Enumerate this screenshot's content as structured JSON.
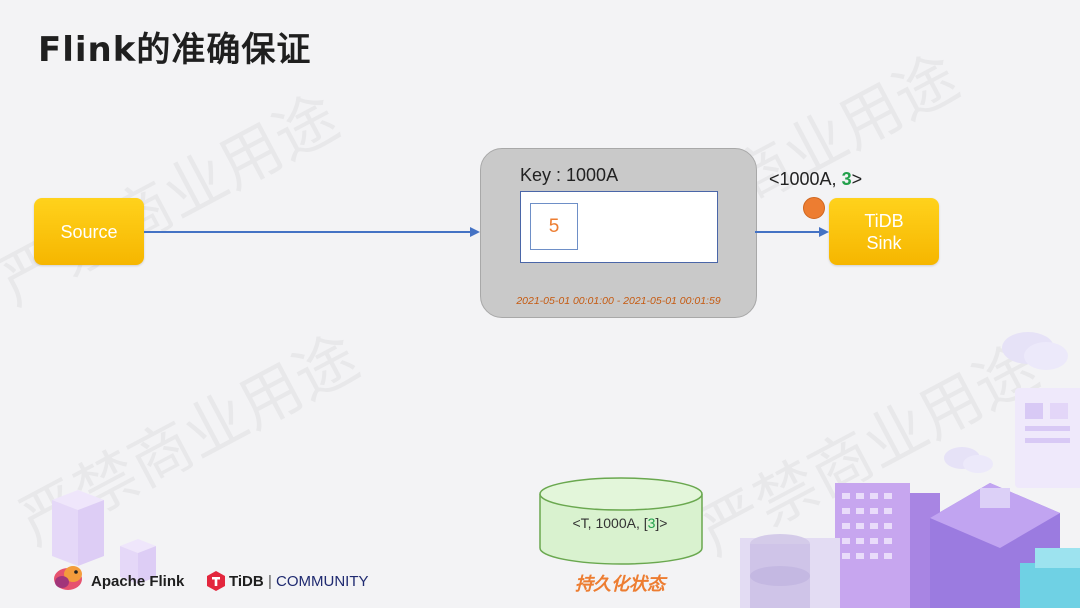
{
  "title": "Flink的准确保证",
  "watermark": "严禁商业用途",
  "source": {
    "label": "Source"
  },
  "sink": {
    "line1": "TiDB",
    "line2": "Sink"
  },
  "window": {
    "key_label": "Key : 1000A",
    "count": "5",
    "time_range": "2021-05-01 00:01:00 - 2021-05-01 00:01:59"
  },
  "emit": {
    "prefix": "<1000A, ",
    "value": "3",
    "suffix": ">"
  },
  "state": {
    "prefix": "<T, 1000A, [",
    "value": "3",
    "suffix": "]>",
    "caption": "持久化状态"
  },
  "footer": {
    "flink": "Apache Flink",
    "tidb": "TiDB",
    "separator": "|",
    "community": "COMMUNITY"
  },
  "colors": {
    "node_fill": "#ffc90e",
    "arrow": "#4472c4",
    "accent_orange": "#ed7d31",
    "accent_green": "#22a04b",
    "state_fill": "#d9f2cf",
    "state_stroke": "#6aa84f"
  }
}
